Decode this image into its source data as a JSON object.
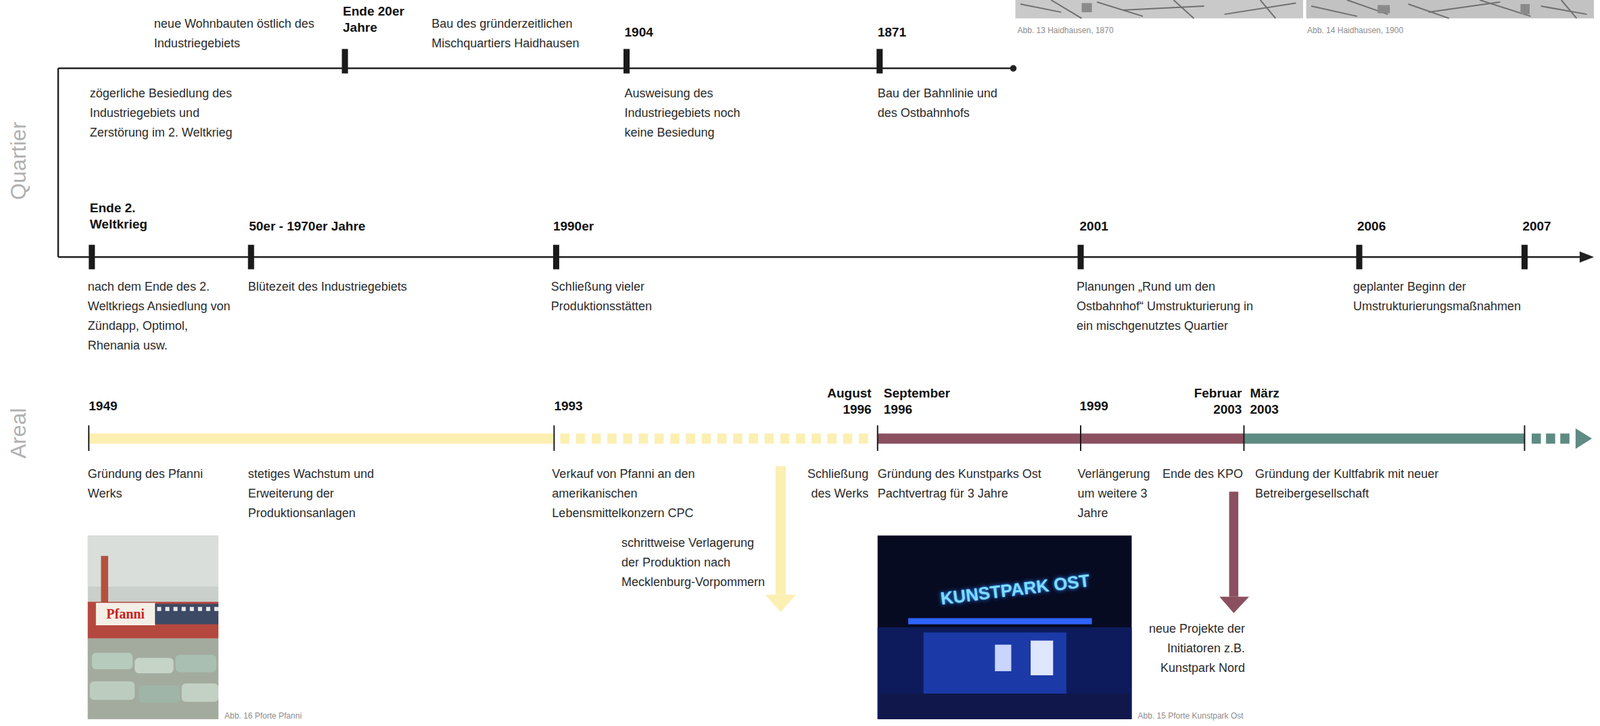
{
  "diagram": {
    "labels": [
      "Abb. 13 Haidhausen, 1870",
      "Abb. 14 Haidhausen, 1900",
      "Quartier",
      "neue Wohnbauten östlich des Industriegebiets",
      "Ende 20er Jahre",
      "Bau des gründerzeitlichen Mischquartiers Haidhausen",
      "1904",
      "1871",
      "zögerliche Besiedlung des Industriegebiets und Zerstörung im 2. Weltkrieg",
      "Ausweisung des Industriegebiets noch keine Besiedung",
      "Bau der Bahnlinie und des Ostbahnhofs",
      "Ende 2. Weltkrieg",
      "50er - 1970er Jahre",
      "1990er",
      "2001",
      "2006",
      "2007",
      "nach dem Ende des 2. Weltkriegs Ansiedlung von Zündapp, Optimol, Rhenania usw.",
      "Blütezeit des Industriegebiets",
      "Schließung vieler Produktionsstätten",
      "Planungen „Rund um den Ostbahnhof“ Umstrukturierung in ein mischgenutztes Quartier",
      "geplanter Beginn der Umstrukturierungsmaßnahmen",
      "Areal",
      "1949",
      "1993",
      "August 1996",
      "September 1996",
      "1999",
      "Februar 2003",
      "März 2003",
      "Gründung des Pfanni Werks",
      "stetiges Wachstum und Erweiterung der Produktionsanlagen",
      "Verkauf von Pfanni an den amerikanischen Lebensmittelkonzern CPC",
      "Schließung des Werks",
      "Gründung des Kunstparks Ost Pachtvertrag für 3 Jahre",
      "Verlängerung um weitere 3 Jahre",
      "Ende des KPO",
      "Gründung der Kultfabrik mit neuer Betreibergesellschaft",
      "schrittweise Verlagerung der Produktion nach Mecklenburg-Vorpommern",
      "neue Projekte der Initiatoren z.B. Kunstpark Nord",
      "Pfanni",
      "Abb. 16 Pforte Pfanni",
      "KUNSTPARK OST",
      "Abb. 15 Pforte Kunstpark Ost"
    ]
  }
}
